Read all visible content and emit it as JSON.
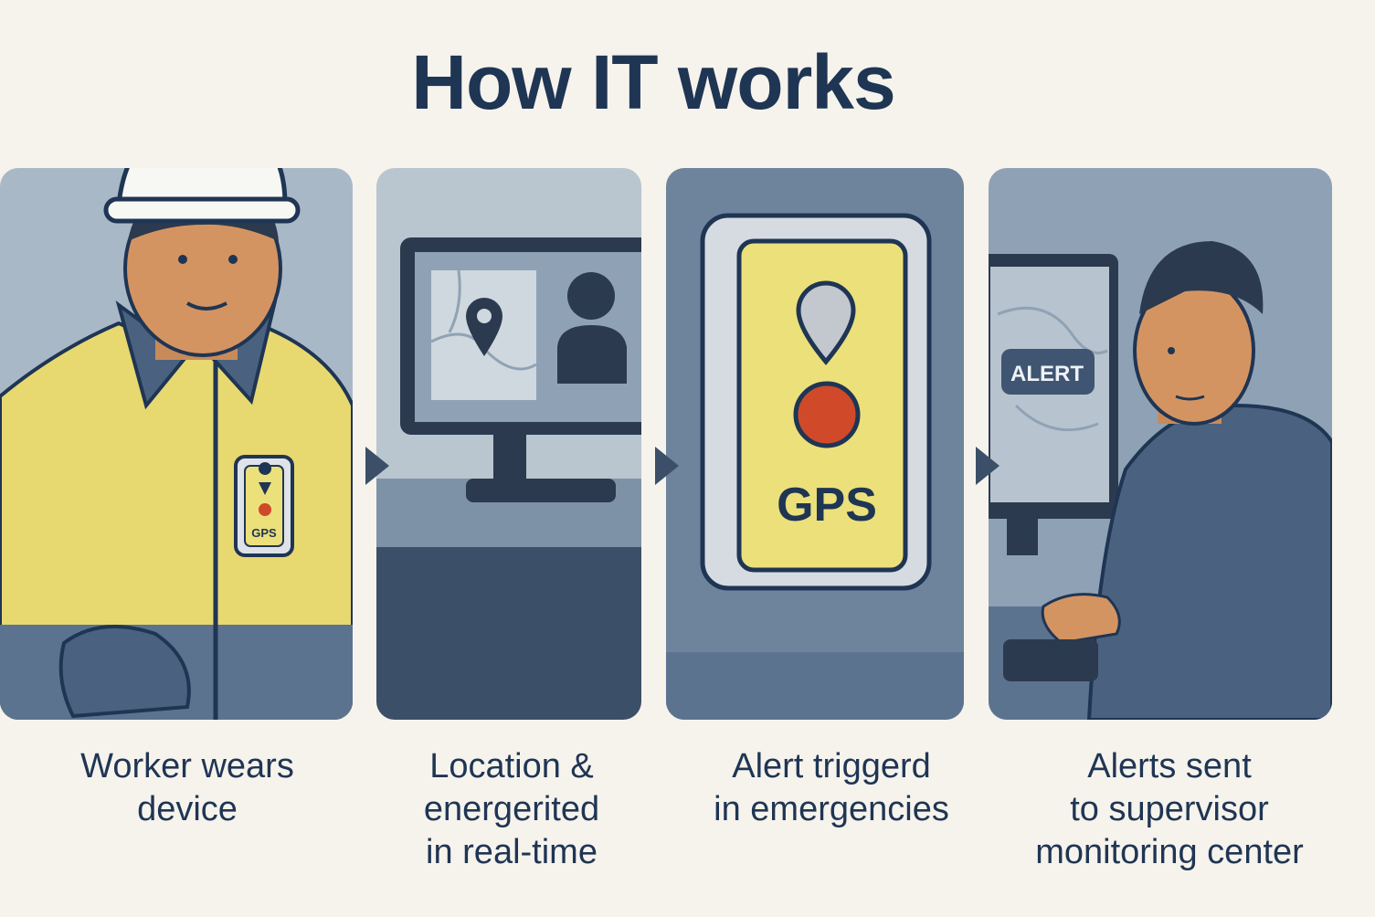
{
  "title": "How IT works",
  "colors": {
    "navy": "#1f3554",
    "slate": "#5f7690",
    "yellow": "#ece07a",
    "alert_red": "#d04a2a",
    "background": "#f6f3ec"
  },
  "steps": [
    {
      "caption_lines": [
        "Worker wears",
        "device"
      ],
      "device_label": "GPS",
      "icons": [
        "hard-hat-icon",
        "location-pin-icon",
        "alert-button-icon"
      ]
    },
    {
      "caption_lines": [
        "Location &",
        "energerited",
        "in real-time"
      ],
      "icons": [
        "monitor-icon",
        "map-pin-icon",
        "person-icon"
      ]
    },
    {
      "caption_lines": [
        "Alert triggerd",
        "in emergencies"
      ],
      "device_label": "GPS",
      "icons": [
        "location-pin-icon",
        "emergency-button-icon"
      ]
    },
    {
      "caption_lines": [
        "Alerts sent",
        "to supervisor",
        "monitoring center"
      ],
      "screen_label": "ALERT",
      "icons": [
        "monitor-icon",
        "supervisor-icon"
      ]
    }
  ],
  "arrows": [
    "chevron-right-icon",
    "chevron-right-icon",
    "chevron-right-icon"
  ]
}
